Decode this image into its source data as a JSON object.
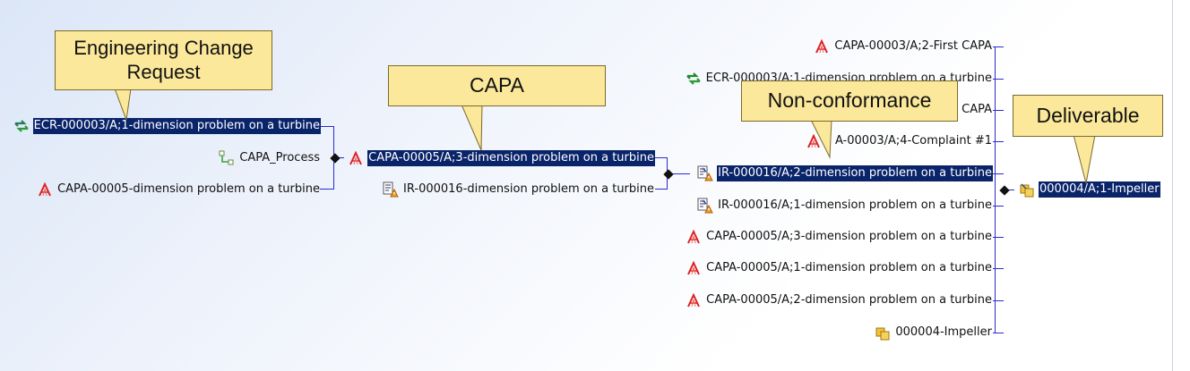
{
  "callouts": {
    "ecr": "Engineering Change Request",
    "capa": "CAPA",
    "nonconformance": "Non-conformance",
    "deliverable": "Deliverable"
  },
  "left_group": {
    "ecr": "ECR-000003/A;1-dimension problem on a turbine",
    "capa_process": "CAPA_Process",
    "capa_item": "CAPA-00005-dimension problem on a turbine"
  },
  "middle_group": {
    "capa_rev": "CAPA-00005/A;3-dimension problem on a turbine",
    "ir_item": "IR-000016-dimension problem on a turbine"
  },
  "right_group": {
    "capa_first": "CAPA-00003/A;2-First CAPA",
    "ecr_partial": "ECR-000003/A;1-dimension problem on a turbine",
    "capa_partial": "CAPA",
    "complaint_partial": "A-00003/A;4-Complaint #1",
    "ir_rev2": "IR-000016/A;2-dimension problem on a turbine",
    "ir_rev1": "IR-000016/A;1-dimension problem on a turbine",
    "capa_rev3": "CAPA-00005/A;3-dimension problem on a turbine",
    "capa_rev1": "CAPA-00005/A;1-dimension problem on a turbine",
    "capa_rev2": "CAPA-00005/A;2-dimension problem on a turbine",
    "impeller_item": "000004-Impeller"
  },
  "deliverable_node": "000004/A;1-Impeller",
  "colors": {
    "selection": "#0a246a",
    "connector": "#2b2bd0",
    "callout_fill": "#fbe89a"
  },
  "icons": {
    "ecr": "ecr-icon",
    "process": "process-icon",
    "capa": "capa-icon",
    "issue_report": "issue-report-icon",
    "issue_report_revision": "issue-report-revision-icon",
    "part": "part-icon"
  }
}
